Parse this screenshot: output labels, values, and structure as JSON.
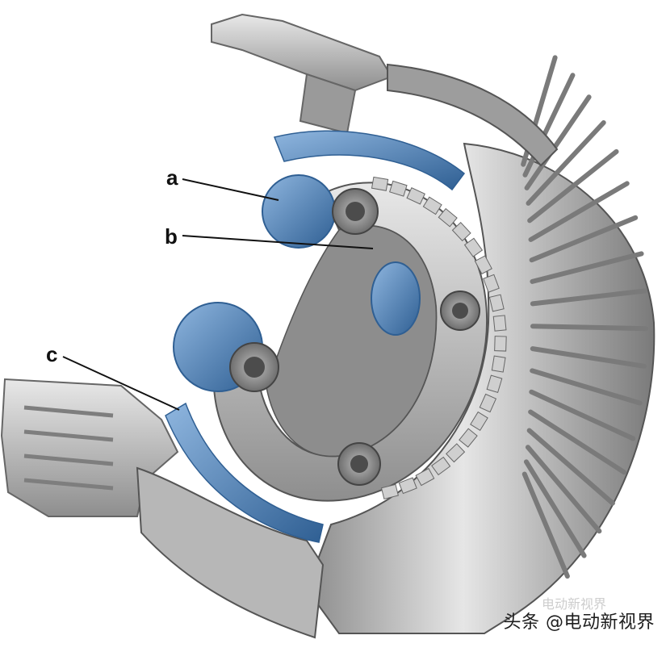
{
  "labels": {
    "a": "a",
    "b": "b",
    "c": "c"
  },
  "watermark": {
    "text": "头条 @电动新视界",
    "ghost": "电动新视界"
  },
  "colors": {
    "steel_light": "#dcdcdc",
    "steel_mid": "#a9a9a9",
    "steel_dark": "#6b6b6b",
    "gear_blue": "#5b8ec4",
    "gear_blue_dark": "#2f5f93",
    "leader_line": "#111111"
  }
}
